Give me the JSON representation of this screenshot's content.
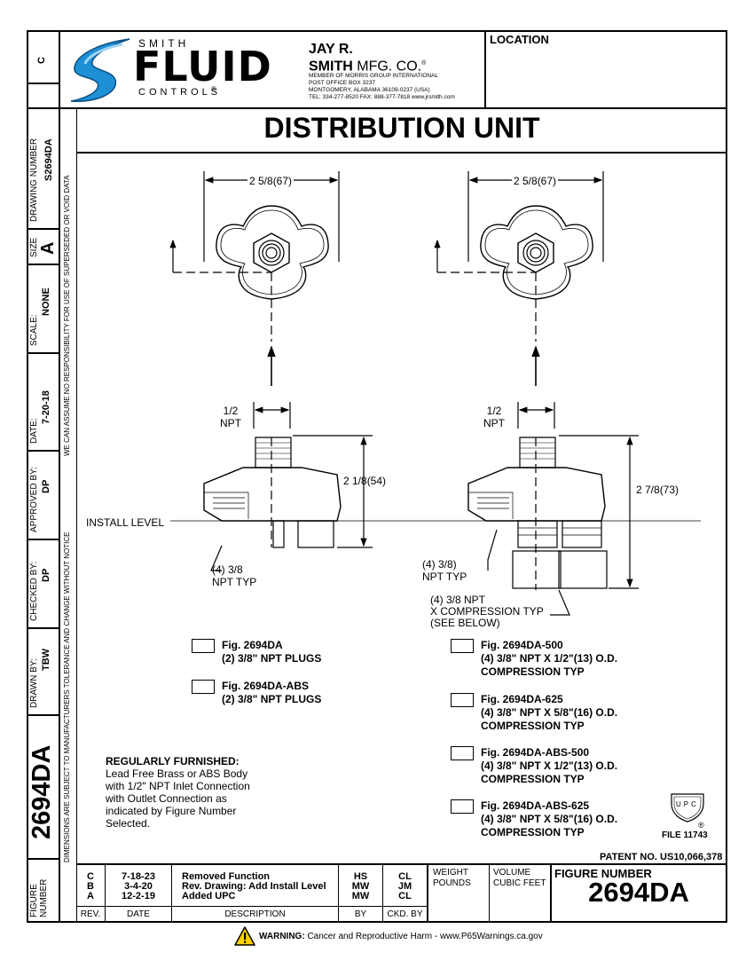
{
  "logo": {
    "top": "SMITH",
    "main": "FLUID",
    "bottom": "CONTROLS",
    "reg": "®"
  },
  "company": {
    "line1": "JAY R.",
    "line2a": "SMITH",
    "line2b": "MFG. CO.",
    "reg": "®",
    "member": "MEMBER OF MORRIS GROUP INTERNATIONAL",
    "pobox": "POST OFFICE BOX 3237",
    "city": "MONTGOMERY, ALABAMA 36109-0237 (USA)",
    "tel": "TEL: 334-277-8520    FAX: 888-377-7818    www.jrsmith.com"
  },
  "location_label": "LOCATION",
  "title": "DISTRIBUTION UNIT",
  "sidebar": {
    "rev_letter": "C",
    "drawing_number_label": "DRAWING NUMBER",
    "drawing_number": "S2694DA",
    "size_label": "SIZE",
    "size": "A",
    "scale_label": "SCALE:",
    "scale": "NONE",
    "date_label": "DATE:",
    "date": "7-20-18",
    "approved_label": "APPROVED BY:",
    "approved": "DP",
    "checked_label": "CHECKED BY:",
    "checked": "DP",
    "drawn_label": "DRAWN BY:",
    "drawn": "TBW",
    "big_number": "2694DA",
    "figure_label_1": "FIGURE",
    "figure_label_2": "NUMBER",
    "disclaimer_1": "WE CAN ASSUME NO RESPONSIBILITY FOR USE OF SUPERSEDED OR VOID DATA",
    "disclaimer_2": "DIMENSIONS ARE SUBJECT TO MANUFACTURERS TOLERANCE AND CHANGE WITHOUT NOTICE"
  },
  "dims": {
    "width_left": "2 5/8(67)",
    "width_right": "2 5/8(67)",
    "npt_half_1": "1/2",
    "npt_half_2": "NPT",
    "height_left": "2 1/8(54)",
    "height_right": "2 7/8(73)",
    "install_level": "INSTALL LEVEL",
    "left_npt_1": "(4) 3/8",
    "left_npt_2": "NPT TYP",
    "right_npt_1": "(4) 3/8)",
    "right_npt_2": "NPT TYP",
    "comp_1": "(4) 3/8 NPT",
    "comp_2": "X COMPRESSION TYP",
    "comp_3": "(SEE BELOW)"
  },
  "figures_left": [
    {
      "name": "Fig. 2694DA",
      "desc": "(2) 3/8\" NPT PLUGS"
    },
    {
      "name": "Fig. 2694DA-ABS",
      "desc": "(2) 3/8\" NPT PLUGS"
    }
  ],
  "figures_right": [
    {
      "name": "Fig. 2694DA-500",
      "desc1": "(4) 3/8\" NPT X 1/2\"(13) O.D.",
      "desc2": "COMPRESSION TYP"
    },
    {
      "name": "Fig. 2694DA-625",
      "desc1": "(4) 3/8\" NPT X 5/8\"(16) O.D.",
      "desc2": "COMPRESSION TYP"
    },
    {
      "name": "Fig. 2694DA-ABS-500",
      "desc1": "(4) 3/8\" NPT X 1/2\"(13) O.D.",
      "desc2": "COMPRESSION TYP"
    },
    {
      "name": "Fig. 2694DA-ABS-625",
      "desc1": "(4) 3/8\" NPT X 5/8\"(16) O.D.",
      "desc2": "COMPRESSION TYP"
    }
  ],
  "furnished": {
    "heading": "REGULARLY FURNISHED:",
    "lines": [
      "Lead Free Brass or ABS Body",
      "with 1/2\" NPT Inlet Connection",
      "with Outlet Connection as",
      "indicated by Figure Number",
      "Selected."
    ]
  },
  "upc": {
    "mark": "UPC",
    "reg": "®",
    "file": "FILE 11743"
  },
  "patent": "PATENT NO. US10,066,378",
  "revisions": {
    "rows": [
      {
        "rev": "C",
        "date": "7-18-23",
        "desc": "Removed Function",
        "by": "HS",
        "ckd": "CL"
      },
      {
        "rev": "B",
        "date": "3-4-20",
        "desc": "Rev. Drawing: Add Install Level",
        "by": "MW",
        "ckd": "JM"
      },
      {
        "rev": "A",
        "date": "12-2-19",
        "desc": "Added UPC",
        "by": "MW",
        "ckd": "CL"
      }
    ],
    "headers": {
      "rev": "REV.",
      "date": "DATE",
      "desc": "DESCRIPTION",
      "by": "BY",
      "ckd": "CKD. BY"
    }
  },
  "weight": {
    "l1": "WEIGHT",
    "l2": "POUNDS"
  },
  "volume": {
    "l1": "VOLUME",
    "l2": "CUBIC FEET"
  },
  "figure_number": {
    "label": "FIGURE NUMBER",
    "value": "2694DA"
  },
  "warning": {
    "bold": "WARNING:",
    "text": " Cancer and Reproductive Harm - www.P65Warnings.ca.gov"
  },
  "colors": {
    "logo_blue": "#1f8fd6",
    "warning_yellow": "#ffd200"
  }
}
